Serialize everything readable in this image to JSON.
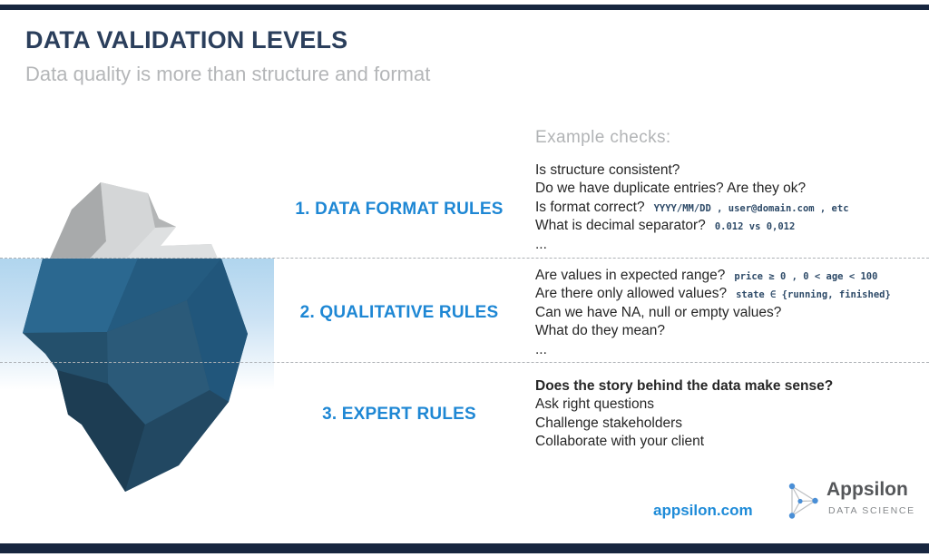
{
  "header": {
    "title": "DATA VALIDATION LEVELS",
    "subtitle": "Data quality is more than structure and format"
  },
  "examples_heading": "Example checks:",
  "levels": [
    {
      "label": "1. DATA FORMAT RULES",
      "checks": [
        {
          "text": "Is structure consistent?"
        },
        {
          "text": "Do we have duplicate entries? Are they ok?"
        },
        {
          "text": "Is format correct?",
          "code": "YYYY/MM/DD , user@domain.com , etc"
        },
        {
          "text": "What is decimal separator?",
          "code": "0.012 vs 0,012"
        },
        {
          "text": "..."
        }
      ]
    },
    {
      "label": "2. QUALITATIVE RULES",
      "checks": [
        {
          "text": "Are values in expected range?",
          "code": "price ≥ 0 , 0 < age < 100"
        },
        {
          "text": "Are there only allowed values?",
          "code": "state ∈ {running, finished}"
        },
        {
          "text": "Can we have NA, null or empty values?"
        },
        {
          "text": "What do they mean?"
        },
        {
          "text": "..."
        }
      ]
    },
    {
      "label": "3. EXPERT RULES",
      "checks": [
        {
          "text": "Does the story behind the data make sense?"
        },
        {
          "text": "Ask right questions"
        },
        {
          "text": "Challenge stakeholders"
        },
        {
          "text": "Collaborate with your client"
        }
      ]
    }
  ],
  "footer": {
    "website": "appsilon.com",
    "brand_name": "Appsilon",
    "brand_tagline": "DATA SCIENCE"
  },
  "colors": {
    "accent_blue": "#1e87d4",
    "title_navy": "#2b3f5c",
    "code_navy": "#2d4a68",
    "muted_gray": "#b2b4b6",
    "bar_navy": "#17263f",
    "water_blue": "#b0d5ee",
    "iceberg_navy": "#26536f",
    "iceberg_gray": "#c7c9ca"
  }
}
